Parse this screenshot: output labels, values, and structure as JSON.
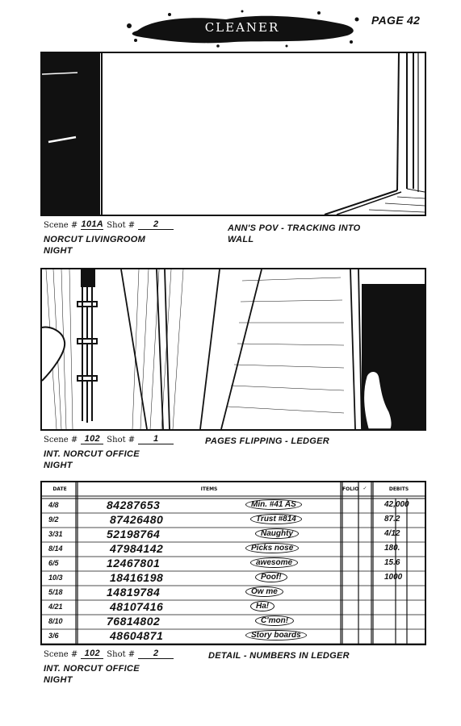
{
  "header": {
    "logo_text": "CLEANER",
    "page_label": "PAGE 42"
  },
  "panels": [
    {
      "scene_label": "Scene #",
      "scene": "101A",
      "shot_label": "Shot #",
      "shot": "2",
      "slug_line1": "NORCUT LIVINGROOM",
      "slug_line2": "NIGHT",
      "action_line1": "ANN'S POV - TRACKING INTO",
      "action_line2": "WALL"
    },
    {
      "scene_label": "Scene #",
      "scene": "102",
      "shot_label": "Shot #",
      "shot": "1",
      "slug_line1": "INT. NORCUT OFFICE",
      "slug_line2": "NIGHT",
      "action_line1": "PAGES FLIPPING - LEDGER",
      "action_line2": ""
    },
    {
      "scene_label": "Scene #",
      "scene": "102",
      "shot_label": "Shot #",
      "shot": "2",
      "slug_line1": "INT. NORCUT OFFICE",
      "slug_line2": "NIGHT",
      "action_line1": "DETAIL - NUMBERS IN LEDGER",
      "action_line2": ""
    }
  ],
  "ledger": {
    "columns": {
      "date": "DATE",
      "items": "ITEMS",
      "folio": "FOLIO",
      "check": "✓",
      "debits": "DEBITS"
    },
    "rows": [
      {
        "date": "4/8",
        "number": "84287653",
        "note": "Min. #41 AS",
        "debit": "42,000"
      },
      {
        "date": "9/2",
        "number": "87426480",
        "note": "Trust #814",
        "debit": "87.2"
      },
      {
        "date": "3/31",
        "number": "52198764",
        "note": "Naughty",
        "debit": "4/12"
      },
      {
        "date": "8/14",
        "number": "47984142",
        "note": "Picks nose",
        "debit": "180."
      },
      {
        "date": "6/5",
        "number": "12467801",
        "note": "awesome",
        "debit": "15.6"
      },
      {
        "date": "10/3",
        "number": "18416198",
        "note": "Poof!",
        "debit": "1000"
      },
      {
        "date": "5/18",
        "number": "14819784",
        "note": "Ow me",
        "debit": ""
      },
      {
        "date": "4/21",
        "number": "48107416",
        "note": "Ha!",
        "debit": ""
      },
      {
        "date": "8/10",
        "number": "76814802",
        "note": "C'mon!",
        "debit": ""
      },
      {
        "date": "3/6",
        "number": "48604871",
        "note": "Story boards",
        "debit": ""
      }
    ]
  }
}
